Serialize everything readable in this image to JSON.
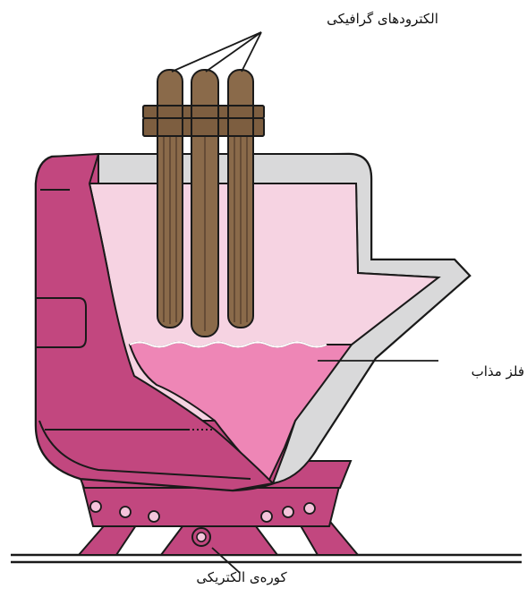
{
  "labels": {
    "electrodes": "الکترودهای گرافیکی",
    "molten_metal": "فلز مذاب",
    "furnace": "کوره‌ی الکتریکی"
  },
  "colors": {
    "outer_shell": "#c2477f",
    "shell_dark": "#a8336a",
    "refractory_lining": "#d9d9da",
    "furnace_air": "#f6d3e2",
    "molten_metal": "#ee86b6",
    "electrode": "#8a6a4a",
    "outline": "#1a1a1a"
  }
}
